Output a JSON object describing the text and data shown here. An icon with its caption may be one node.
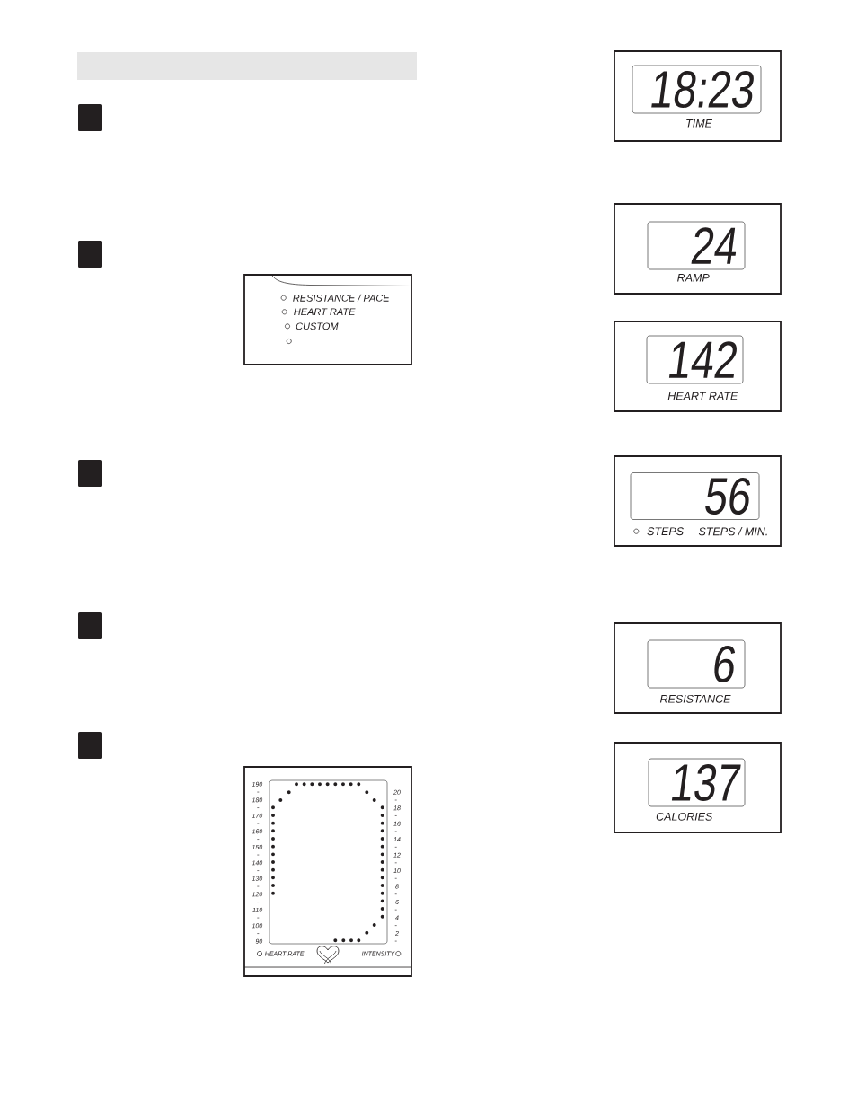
{
  "diagram": {
    "nodes": [
      {
        "text": [],
        "shape": "bar"
      },
      {
        "text": [],
        "shape": "box"
      },
      {
        "text": [],
        "shape": "box"
      },
      {
        "text": [
          "RESISTANCE / PACE",
          "HEART RATE",
          "CUSTOM"
        ]
      },
      {
        "text": [],
        "shape": "box"
      },
      {
        "text": [],
        "shape": "box"
      },
      {
        "text": [],
        "shape": "box"
      },
      {
        "text": [
          "190",
          "180",
          "170",
          "160",
          "150",
          "140",
          "130",
          "120",
          "110",
          "100",
          "90",
          "20",
          "18",
          "16",
          "14",
          "12",
          "10",
          "8",
          "6",
          "4",
          "2",
          "HEART RATE",
          "INTENSITY"
        ]
      },
      {
        "text": [],
        "shape": "box",
        "in": 7
      },
      {
        "text": [
          "TIME"
        ]
      },
      {
        "text": [
          "18:23"
        ],
        "in": 9
      },
      {
        "text": [
          "RAMP"
        ]
      },
      {
        "text": [
          "24"
        ],
        "in": 11
      },
      {
        "text": [
          "HEART RATE"
        ]
      },
      {
        "text": [
          "142"
        ],
        "in": 13
      },
      {
        "text": [
          "STEPS",
          "STEPS / MIN."
        ]
      },
      {
        "text": [
          "56"
        ],
        "in": 15
      },
      {
        "text": [
          "RESISTANCE"
        ]
      },
      {
        "text": [
          "6"
        ],
        "in": 17
      },
      {
        "text": [
          "CALORIES"
        ]
      },
      {
        "text": [
          "137"
        ],
        "in": 19
      }
    ]
  }
}
